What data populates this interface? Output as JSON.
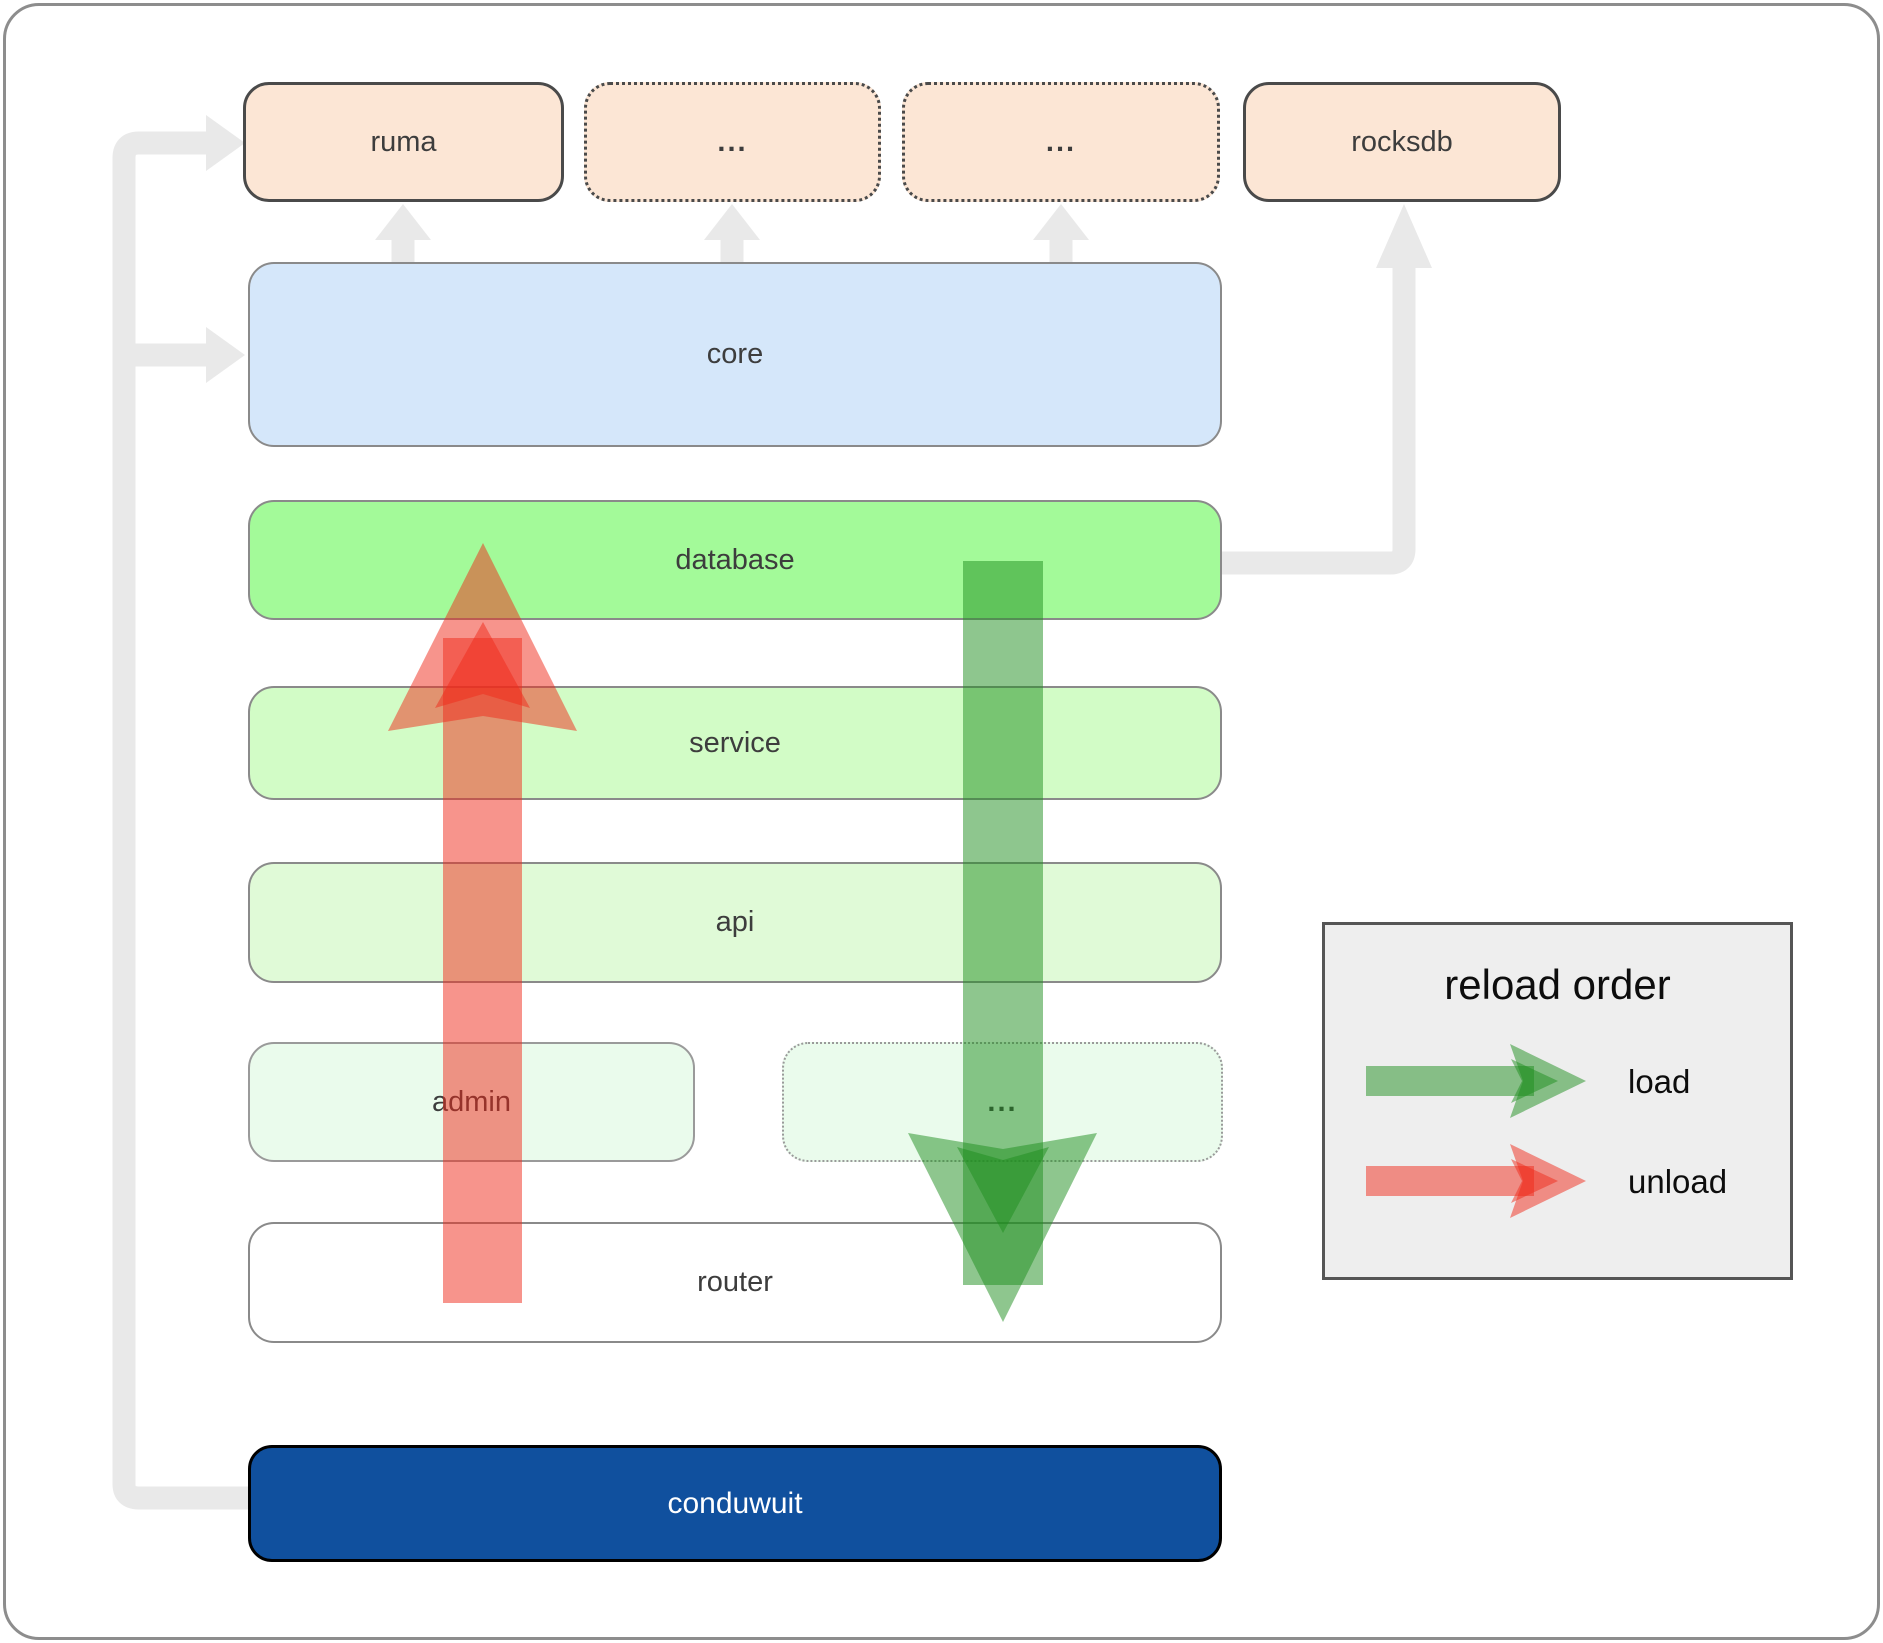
{
  "boxes": {
    "ruma": {
      "label": "ruma"
    },
    "deps_more_1": {
      "label": "..."
    },
    "deps_more_2": {
      "label": "..."
    },
    "rocksdb": {
      "label": "rocksdb"
    },
    "core": {
      "label": "core"
    },
    "database": {
      "label": "database"
    },
    "service": {
      "label": "service"
    },
    "api": {
      "label": "api"
    },
    "admin": {
      "label": "admin"
    },
    "crates_more": {
      "label": "..."
    },
    "router": {
      "label": "router"
    },
    "conduwuit": {
      "label": "conduwuit"
    }
  },
  "legend": {
    "title": "reload order",
    "load_label": "load",
    "unload_label": "unload"
  },
  "colors": {
    "external_crate_fill": "#fce6d5",
    "core_fill": "#d5e7fa",
    "database_fill": "#a3fa99",
    "service_fill": "#d2fcc6",
    "api_fill": "#e0fad7",
    "admin_fill": "#eafbec",
    "router_fill": "#ffffff",
    "conduwuit_fill": "#10509e",
    "load_arrow": "#1e8e1e",
    "unload_arrow": "#f02a1a",
    "connector": "#e9e9e9"
  }
}
